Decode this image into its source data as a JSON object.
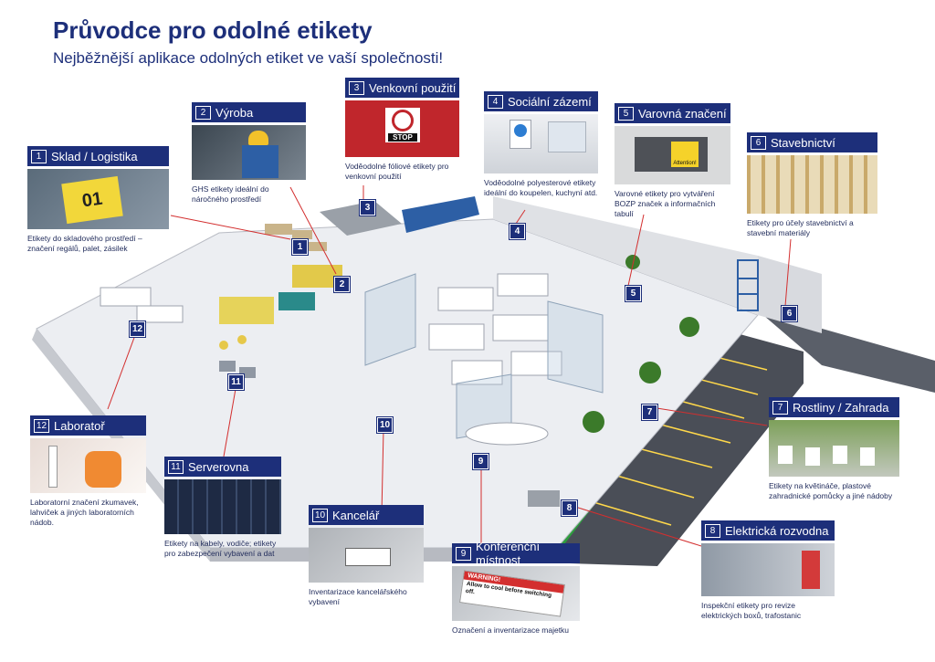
{
  "header": {
    "title": "Průvodce pro odolné etikety",
    "subtitle": "Nejběžnější aplikace odolných etiket ve vaší společnosti!"
  },
  "callouts": [
    {
      "num": "1",
      "title": "Sklad / Logistika",
      "desc": "Etikety do skladového prostředí – značení regálů, palet, zásilek",
      "image_text": "01"
    },
    {
      "num": "2",
      "title": "Výroba",
      "desc": "GHS etikety ideální do náročného prostředí"
    },
    {
      "num": "3",
      "title": "Venkovní použití",
      "desc": "Voděodolné fóliové etikety pro venkovní použití",
      "image_text": "STOP"
    },
    {
      "num": "4",
      "title": "Sociální zázemí",
      "desc": "Voděodolné polyesterové etikety ideální do koupelen, kuchyní atd."
    },
    {
      "num": "5",
      "title": "Varovná značení",
      "desc": "Varovné etikety pro vytváření BOZP značek a informačních tabulí",
      "image_text": "Attention!"
    },
    {
      "num": "6",
      "title": "Stavebnictví",
      "desc": "Etikety pro účely stavebnictví a stavební materiály"
    },
    {
      "num": "7",
      "title": "Rostliny / Zahrada",
      "desc": "Etikety na květináče, plastové zahradnické pomůcky a jiné nádoby"
    },
    {
      "num": "8",
      "title": "Elektrická rozvodna",
      "desc": "Inspekční etikety pro revize elektrických boxů, trafostanic"
    },
    {
      "num": "9",
      "title": "Konferenční místnost",
      "desc": "Označení a inventarizace majetku",
      "image_text_1": "WARNING!",
      "image_text_2": "Allow to cool before switching off."
    },
    {
      "num": "10",
      "title": "Kancelář",
      "desc": "Inventarizace kancelářského vybavení"
    },
    {
      "num": "11",
      "title": "Serverovna",
      "desc": "Etikety na kabely, vodiče; etikety pro zabezpečení vybavení a dat"
    },
    {
      "num": "12",
      "title": "Laboratoř",
      "desc": "Laboratorní značení zkumavek, lahviček a jiných laboratorních nádob."
    }
  ],
  "map_markers": [
    "1",
    "2",
    "3",
    "4",
    "5",
    "6",
    "7",
    "8",
    "9",
    "10",
    "11",
    "12"
  ],
  "colors": {
    "brand": "#1d2f7a",
    "leader_line": "#d32f2f",
    "grass": "#2e9e3e",
    "road": "#4a4e57"
  }
}
